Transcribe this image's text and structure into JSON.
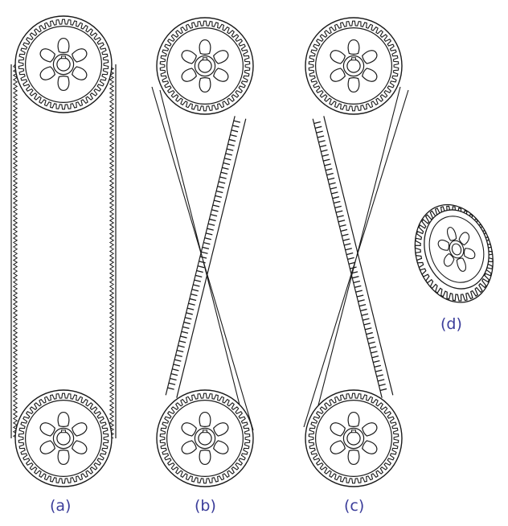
{
  "figure": {
    "panels": [
      {
        "id": "a",
        "label": "(a)",
        "arrangement": "open-belt"
      },
      {
        "id": "b",
        "label": "(b)",
        "arrangement": "crossed-belt"
      },
      {
        "id": "c",
        "label": "(c)",
        "arrangement": "crossed-belt"
      },
      {
        "id": "d",
        "label": "(d)",
        "arrangement": "single-pulley"
      }
    ],
    "pulley_spokes": 6,
    "colors": {
      "line": "#1a1a1a",
      "label": "#3b3d9a",
      "background": "#ffffff"
    }
  }
}
